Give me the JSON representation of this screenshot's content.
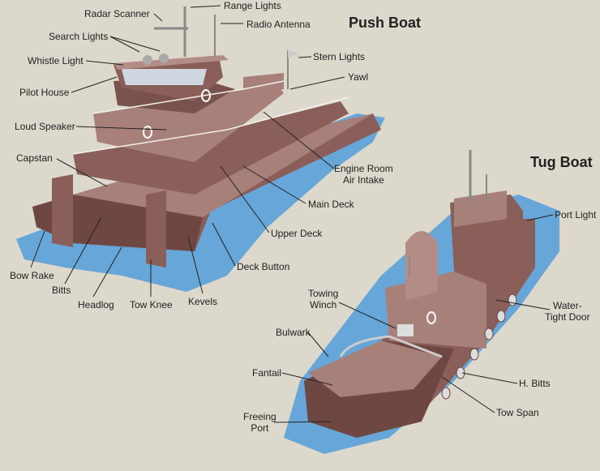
{
  "colors": {
    "background": "#ddd8cc",
    "hull": "#8a5e59",
    "hull_light": "#a7807a",
    "hull_dark": "#6e4743",
    "water": "#67a6d8",
    "rail": "#f2f0ee"
  },
  "titles": {
    "push": "Push Boat",
    "tug": "Tug Boat"
  },
  "push_labels": {
    "radar_scanner": "Radar Scanner",
    "range_lights": "Range Lights",
    "radio_antenna": "Radio Antenna",
    "search_lights": "Search Lights",
    "whistle_light": "Whistle Light",
    "stern_lights": "Stern Lights",
    "pilot_house": "Pilot House",
    "yawl": "Yawl",
    "loud_speaker": "Loud Speaker",
    "capstan": "Capstan",
    "engine_room_1": "Engine Room",
    "engine_room_2": "Air Intake",
    "main_deck": "Main Deck",
    "upper_deck": "Upper Deck",
    "bow_rake": "Bow Rake",
    "bitts": "Bitts",
    "headlog": "Headlog",
    "tow_knee": "Tow Knee",
    "kevels": "Kevels",
    "deck_button": "Deck Button"
  },
  "tug_labels": {
    "port_light": "Port Light",
    "towing_winch_1": "Towing",
    "towing_winch_2": "Winch",
    "water_tight_door_1": "Water-",
    "water_tight_door_2": "Tight Door",
    "bulwark": "Bulwark",
    "h_bitts": "H. Bitts",
    "fantail": "Fantail",
    "tow_span": "Tow Span",
    "freeing_port_1": "Freeing",
    "freeing_port_2": "Port"
  }
}
